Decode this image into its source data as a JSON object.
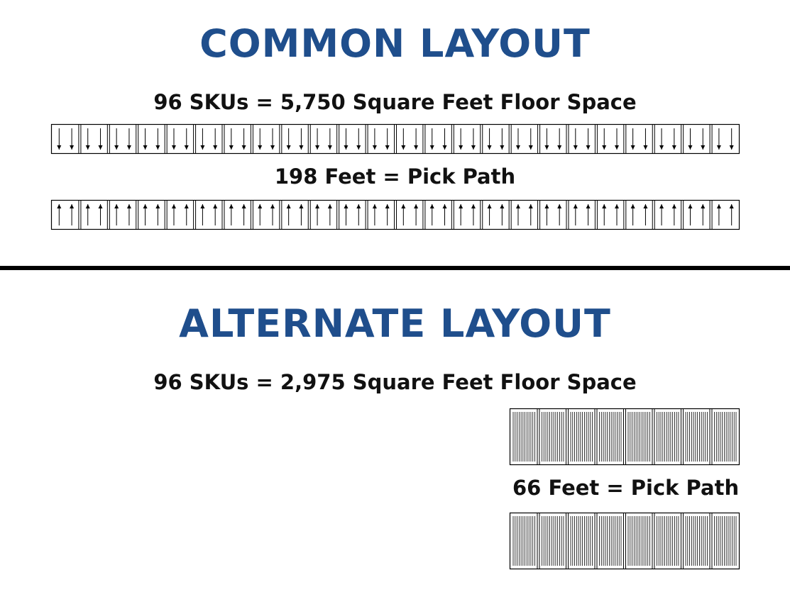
{
  "colors": {
    "title": "#1f4e8c",
    "text": "#111111",
    "divider": "#000000"
  },
  "common": {
    "title": "COMMON LAYOUT",
    "floor_label": "96 SKUs = 5,750 Square Feet Floor Space",
    "path_label": "198 Feet = Pick Path",
    "racks_per_row": 24,
    "top_row_arrows": "down",
    "bottom_row_arrows": "up"
  },
  "alternate": {
    "title": "ALTERNATE LAYOUT",
    "floor_label": "96 SKUs = 2,975 Square Feet Floor Space",
    "path_label": "66 Feet = Pick Path",
    "racks_per_row": 8,
    "lanes_per_rack": 12
  }
}
